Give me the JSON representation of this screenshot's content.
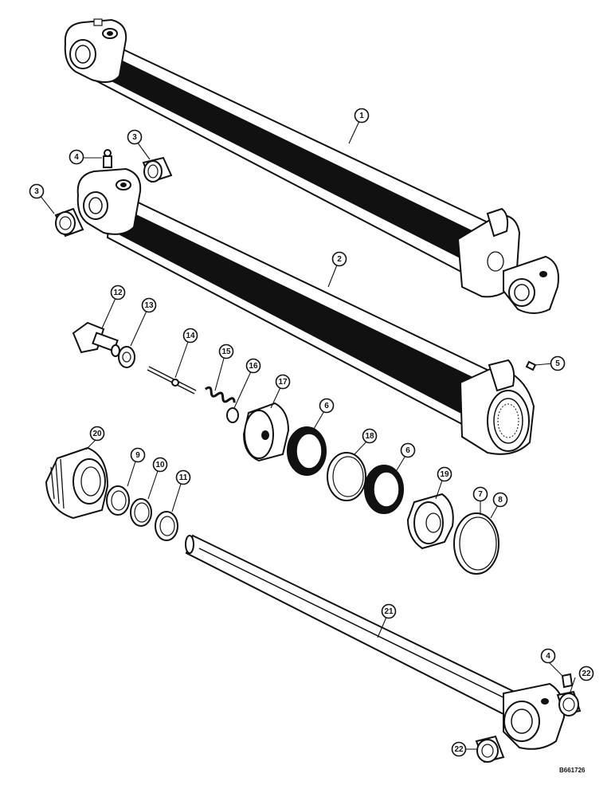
{
  "figure": {
    "drawing_code": "B661726"
  },
  "callouts": [
    {
      "id": "c1",
      "label": "1"
    },
    {
      "id": "c2",
      "label": "2"
    },
    {
      "id": "c3a",
      "label": "3"
    },
    {
      "id": "c3b",
      "label": "3"
    },
    {
      "id": "c4a",
      "label": "4"
    },
    {
      "id": "c4b",
      "label": "4"
    },
    {
      "id": "c5",
      "label": "5"
    },
    {
      "id": "c6a",
      "label": "6"
    },
    {
      "id": "c6b",
      "label": "6"
    },
    {
      "id": "c7",
      "label": "7"
    },
    {
      "id": "c8",
      "label": "8"
    },
    {
      "id": "c9",
      "label": "9"
    },
    {
      "id": "c10",
      "label": "10"
    },
    {
      "id": "c11",
      "label": "11"
    },
    {
      "id": "c12",
      "label": "12"
    },
    {
      "id": "c13",
      "label": "13"
    },
    {
      "id": "c14",
      "label": "14"
    },
    {
      "id": "c15",
      "label": "15"
    },
    {
      "id": "c16",
      "label": "16"
    },
    {
      "id": "c17",
      "label": "17"
    },
    {
      "id": "c18",
      "label": "18"
    },
    {
      "id": "c19",
      "label": "19"
    },
    {
      "id": "c20",
      "label": "20"
    },
    {
      "id": "c21",
      "label": "21"
    },
    {
      "id": "c22a",
      "label": "22"
    },
    {
      "id": "c22b",
      "label": "22"
    }
  ]
}
